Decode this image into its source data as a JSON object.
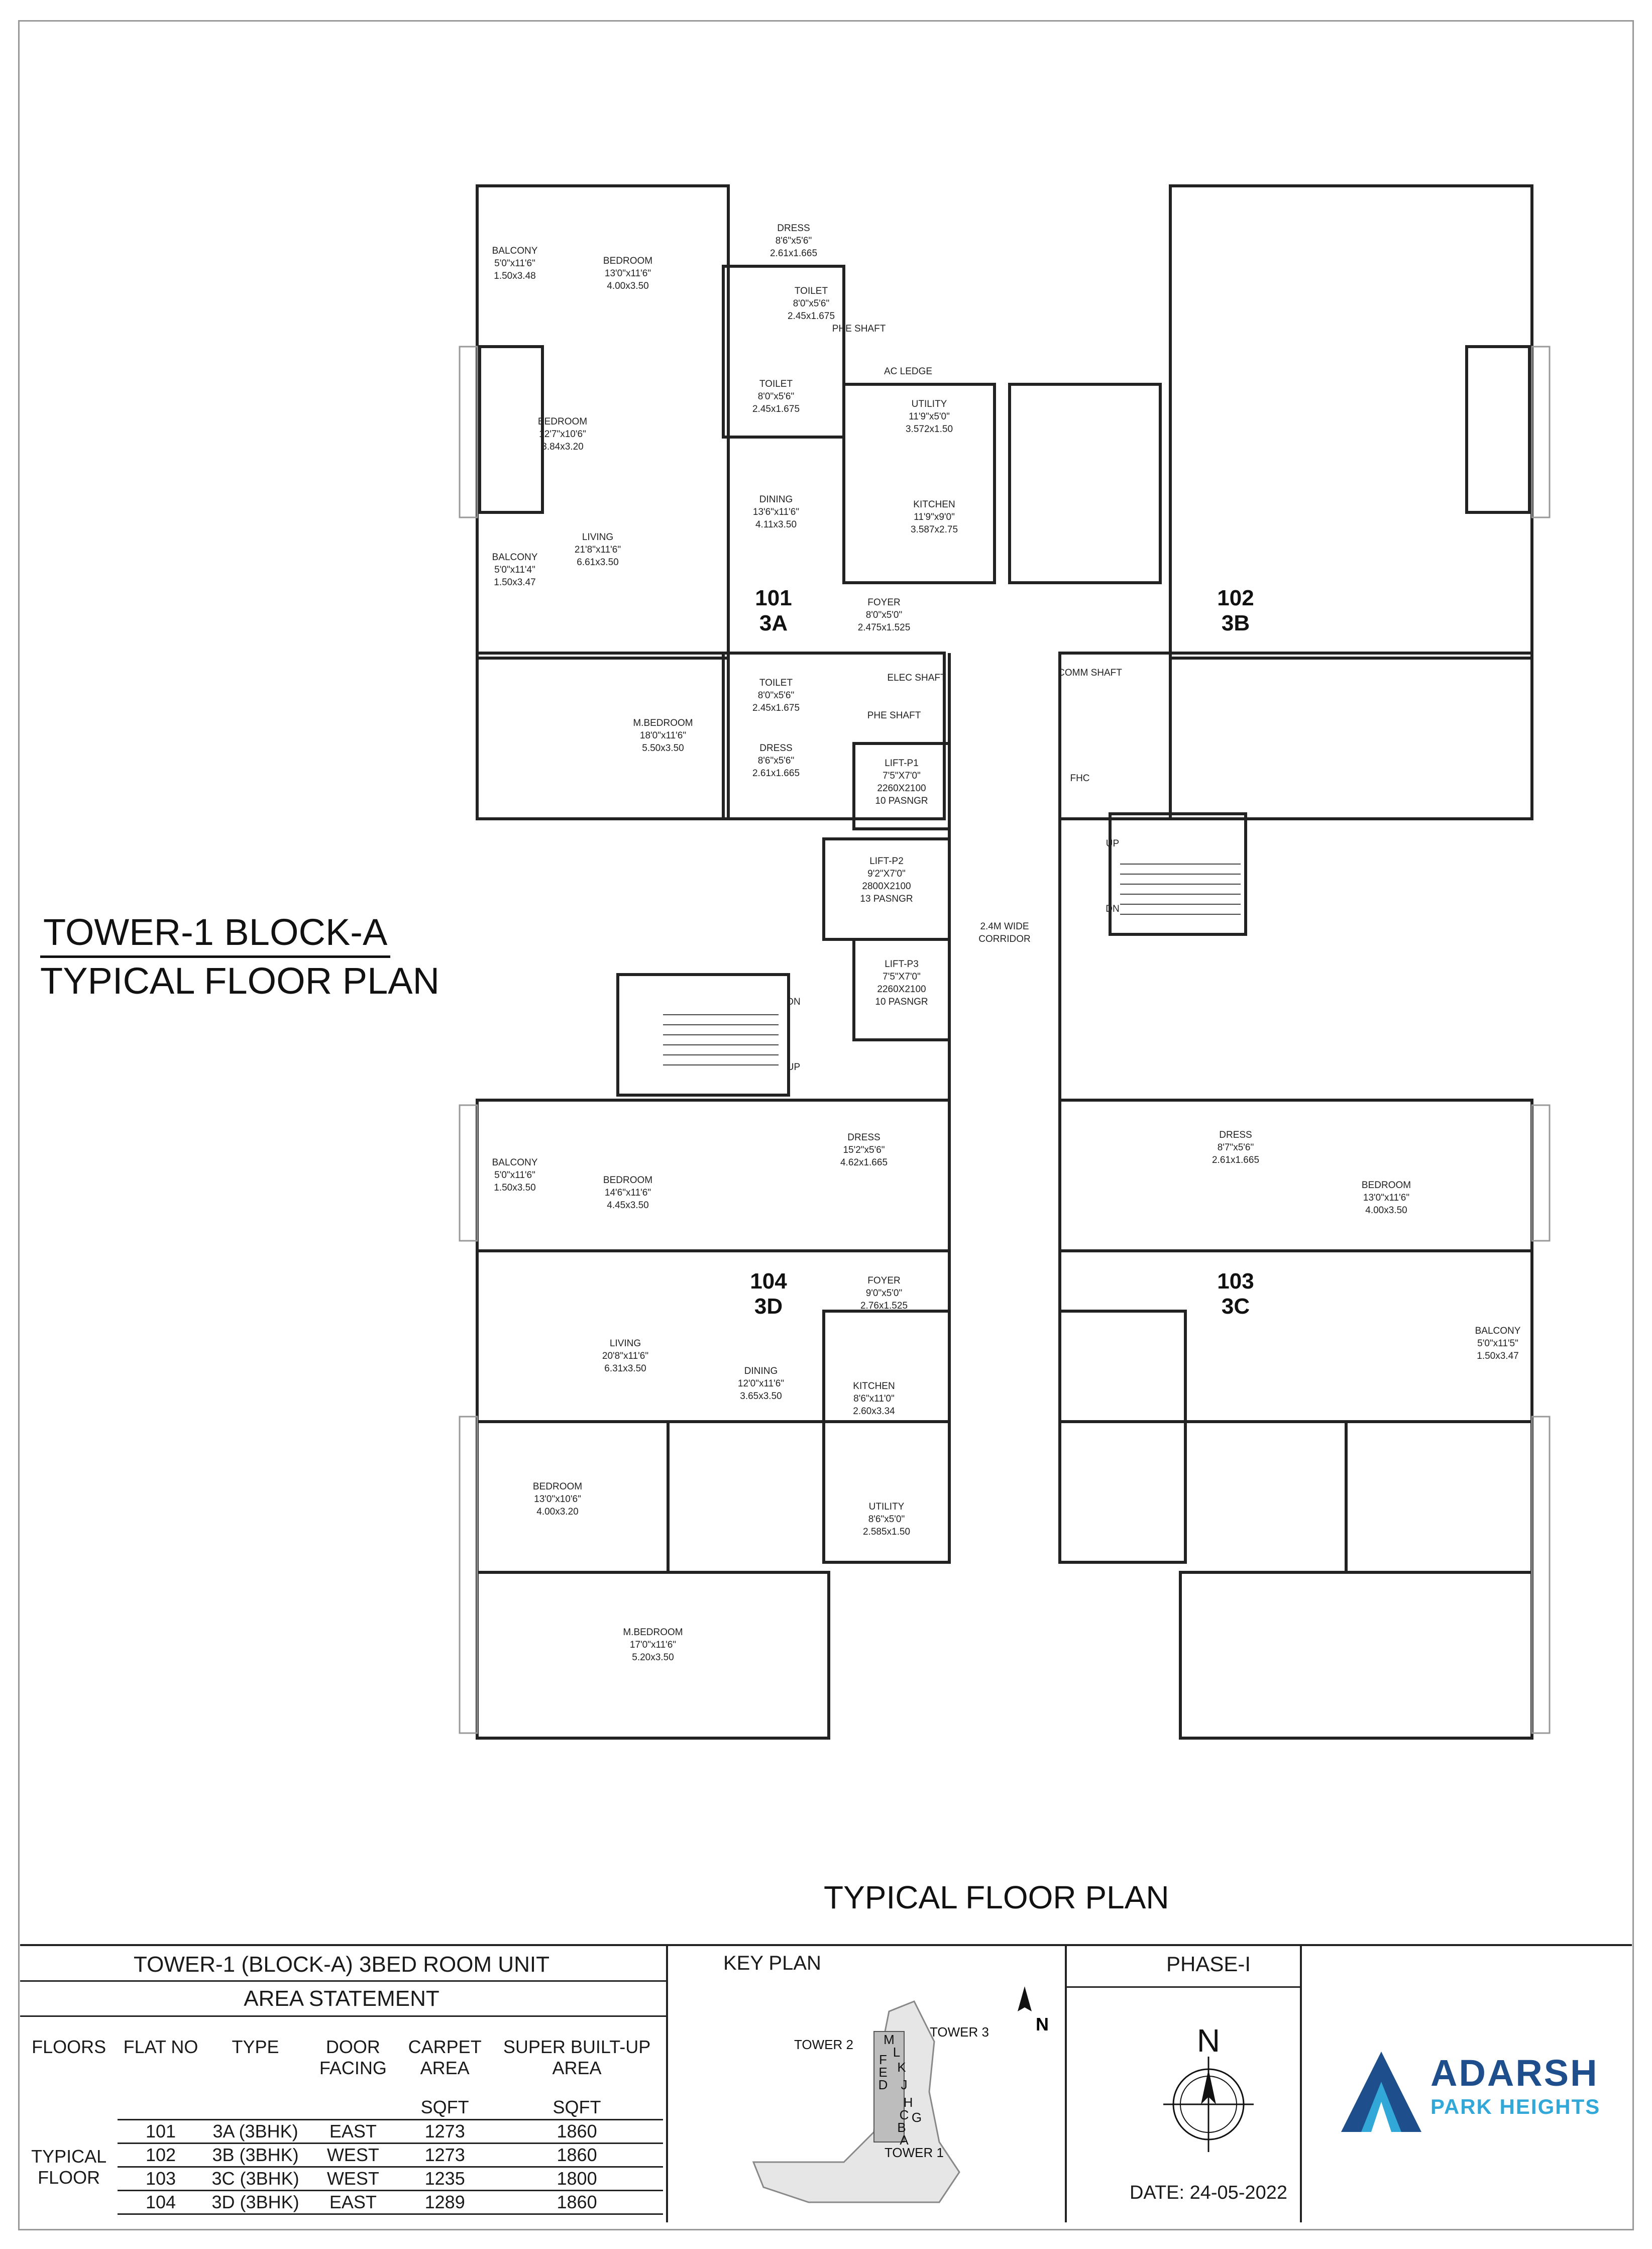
{
  "plan": {
    "title_line1": "TOWER-1    BLOCK-A",
    "title_line2": "TYPICAL FLOOR PLAN",
    "caption": "TYPICAL FLOOR PLAN",
    "units": [
      {
        "no": "101",
        "type": "3A"
      },
      {
        "no": "102",
        "type": "3B"
      },
      {
        "no": "104",
        "type": "3D"
      },
      {
        "no": "103",
        "type": "3C"
      }
    ],
    "rooms": [
      {
        "name": "BALCONY",
        "dim": "5'0\"x11'6\"",
        "m": "1.50x3.48"
      },
      {
        "name": "BEDROOM",
        "dim": "13'0\"x11'6\"",
        "m": "4.00x3.50"
      },
      {
        "name": "DRESS",
        "dim": "8'6\"x5'6\"",
        "m": "2.61x1.665"
      },
      {
        "name": "TOILET",
        "dim": "8'0\"x5'6\"",
        "m": "2.45x1.675"
      },
      {
        "name": "PHE SHAFT",
        "dim": "",
        "m": ""
      },
      {
        "name": "TOILET",
        "dim": "8'0\"x5'6\"",
        "m": "2.45x1.675"
      },
      {
        "name": "AC LEDGE",
        "dim": "",
        "m": ""
      },
      {
        "name": "UTILITY",
        "dim": "11'9\"x5'0\"",
        "m": "3.572x1.50"
      },
      {
        "name": "BEDROOM",
        "dim": "12'7\"x10'6\"",
        "m": "3.84x3.20"
      },
      {
        "name": "DINING",
        "dim": "13'6\"x11'6\"",
        "m": "4.11x3.50"
      },
      {
        "name": "KITCHEN",
        "dim": "11'9\"x9'0\"",
        "m": "3.587x2.75"
      },
      {
        "name": "LIVING",
        "dim": "21'8\"x11'6\"",
        "m": "6.61x3.50"
      },
      {
        "name": "BALCONY",
        "dim": "5'0\"x11'4\"",
        "m": "1.50x3.47"
      },
      {
        "name": "FOYER",
        "dim": "8'0\"x5'0\"",
        "m": "2.475x1.525"
      },
      {
        "name": "TOILET",
        "dim": "8'0\"x5'6\"",
        "m": "2.45x1.675"
      },
      {
        "name": "ELEC SHAFT",
        "dim": "",
        "m": ""
      },
      {
        "name": "PHE SHAFT",
        "dim": "",
        "m": ""
      },
      {
        "name": "M.BEDROOM",
        "dim": "18'0\"x11'6\"",
        "m": "5.50x3.50"
      },
      {
        "name": "DRESS",
        "dim": "8'6\"x5'6\"",
        "m": "2.61x1.665"
      },
      {
        "name": "LIFT-P1",
        "dim": "7'5\"X7'0\"",
        "m": "2260X2100"
      },
      {
        "name": "COMM SHAFT",
        "dim": "",
        "m": ""
      },
      {
        "name": "FHC",
        "dim": "",
        "m": ""
      },
      {
        "name": "LIFT-P2",
        "dim": "9'2\"X7'0\"",
        "m": "2800X2100"
      },
      {
        "name": "LIFT-P3",
        "dim": "7'5\"X7'0\"",
        "m": "2260X2100"
      },
      {
        "name": "2.4M WIDE",
        "dim": "CORRIDOR",
        "m": ""
      },
      {
        "name": "BEDROOM",
        "dim": "14'6\"x11'6\"",
        "m": "4.45x3.50"
      },
      {
        "name": "DRESS",
        "dim": "15'2\"x5'6\"",
        "m": "4.62x1.665"
      },
      {
        "name": "LIVING",
        "dim": "20'8\"x11'6\"",
        "m": "6.31x3.50"
      },
      {
        "name": "DINING",
        "dim": "12'0\"x11'6\"",
        "m": "3.65x3.50"
      },
      {
        "name": "KITCHEN",
        "dim": "8'6\"x11'0\"",
        "m": "2.60x3.34"
      },
      {
        "name": "FOYER",
        "dim": "9'0\"x5'0\"",
        "m": "2.76x1.525"
      },
      {
        "name": "BEDROOM",
        "dim": "13'0\"x10'6\"",
        "m": "4.00x3.20"
      },
      {
        "name": "UTILITY",
        "dim": "8'6\"x5'0\"",
        "m": "2.585x1.50"
      },
      {
        "name": "M.BEDROOM",
        "dim": "17'0\"x11'6\"",
        "m": "5.20x3.50"
      },
      {
        "name": "DRESS",
        "dim": "8'7\"x5'6\"",
        "m": "2.61x1.665"
      },
      {
        "name": "BALCONY",
        "dim": "5'0\"x11'5\"",
        "m": "1.50x3.47"
      },
      {
        "name": "BALCONY",
        "dim": "5'0\"x11'6\"",
        "m": "1.50x3.50"
      }
    ],
    "labels": [
      "UP",
      "DN",
      "10 PASNGR",
      "13 PASNGR"
    ]
  },
  "area": {
    "title": "TOWER-1 (BLOCK-A) 3BED ROOM UNIT",
    "subtitle": "AREA STATEMENT",
    "headers": [
      "FLOORS",
      "FLAT NO",
      "TYPE",
      "DOOR FACING",
      "CARPET AREA",
      "SUPER BUILT-UP AREA"
    ],
    "units": [
      "",
      "",
      "",
      "",
      "SQFT",
      "SQFT"
    ],
    "floor": "TYPICAL FLOOR",
    "rows": [
      {
        "flat": "101",
        "type": "3A (3BHK)",
        "facing": "EAST",
        "carpet": "1273",
        "super": "1860"
      },
      {
        "flat": "102",
        "type": "3B (3BHK)",
        "facing": "WEST",
        "carpet": "1273",
        "super": "1860"
      },
      {
        "flat": "103",
        "type": "3C (3BHK)",
        "facing": "WEST",
        "carpet": "1235",
        "super": "1800"
      },
      {
        "flat": "104",
        "type": "3D (3BHK)",
        "facing": "EAST",
        "carpet": "1289",
        "super": "1860"
      }
    ]
  },
  "keyplan": {
    "label": "KEY PLAN",
    "tower2": "TOWER 2",
    "tower3": "TOWER 3",
    "tower1": "TOWER 1",
    "north": "N",
    "blocks": [
      "M",
      "L",
      "K",
      "J",
      "H",
      "G",
      "F",
      "E",
      "D",
      "C",
      "B",
      "A"
    ]
  },
  "phase": {
    "label": "PHASE-I",
    "north": "N",
    "date": "DATE: 24-05-2022"
  },
  "brand": {
    "name": "ADARSH",
    "tagline": "PARK HEIGHTS",
    "colors": {
      "dark": "#1f4e8c",
      "light": "#31a8d8"
    }
  }
}
